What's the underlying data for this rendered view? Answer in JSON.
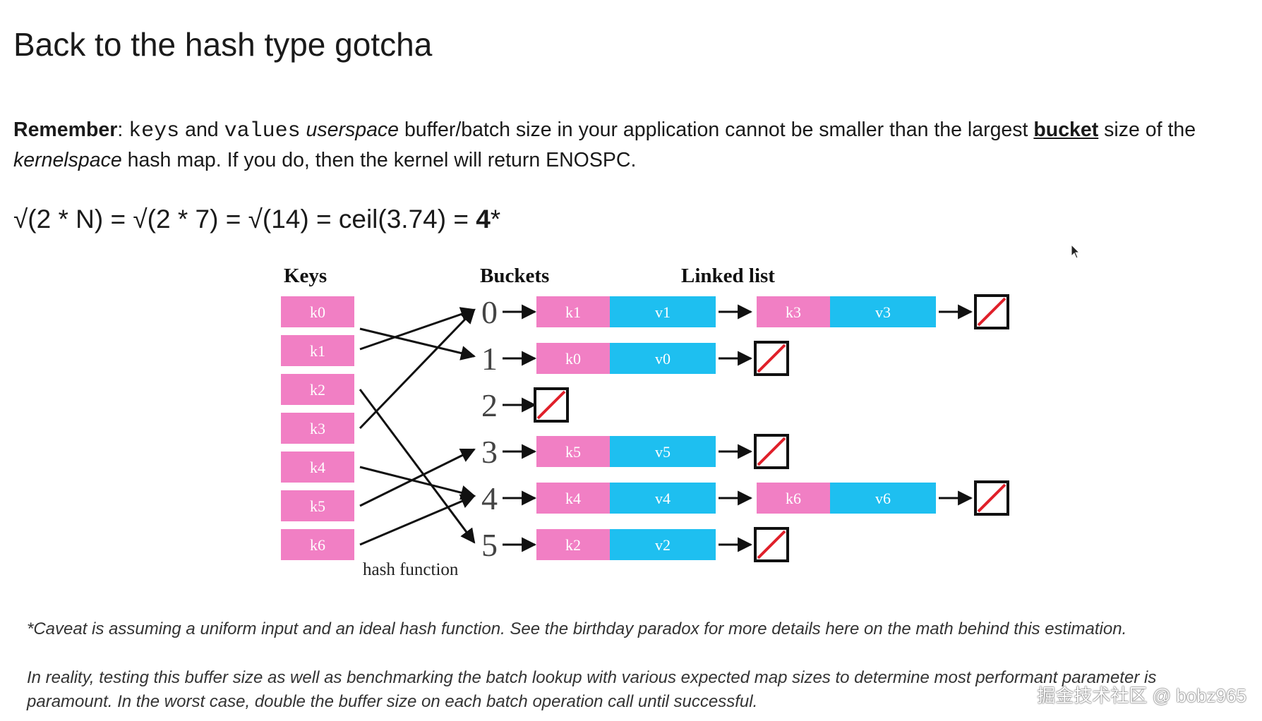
{
  "slide": {
    "title": "Back to the hash type gotcha",
    "remember": {
      "label": "Remember",
      "colon": ": ",
      "keys": "keys",
      "and": " and ",
      "values": "values",
      "userspace": "userspace",
      "mid": " buffer/batch size in your application cannot be smaller than the largest ",
      "bucket": "bucket",
      "size_of_the": " size of the ",
      "kernelspace": "kernelspace",
      "end": " hash map. If you do, then the kernel will return ENOSPC."
    },
    "formula": {
      "expr": "√(2 * N) = √(2 * 7) = √(14) = ceil(3.74) = ",
      "result": "4",
      "star": "*"
    },
    "footnote1": "*Caveat is assuming a uniform input and an ideal hash function. See the birthday paradox for more details here on the math behind this estimation.",
    "footnote2": "In reality, testing this buffer size as well as benchmarking the batch lookup with various expected map sizes to determine most performant parameter is paramount. In the worst case, double the buffer size on each batch operation call until successful.",
    "watermark": "掘金技术社区 @ bobz965"
  },
  "diagram": {
    "headers": {
      "keys": "Keys",
      "buckets": "Buckets",
      "linked_list": "Linked list"
    },
    "hash_function_label": "hash function",
    "keys": [
      "k0",
      "k1",
      "k2",
      "k3",
      "k4",
      "k5",
      "k6"
    ],
    "bucket_indices": [
      "0",
      "1",
      "2",
      "3",
      "4",
      "5"
    ],
    "mappings": [
      {
        "key": "k0",
        "bucket": "1"
      },
      {
        "key": "k1",
        "bucket": "0"
      },
      {
        "key": "k2",
        "bucket": "5"
      },
      {
        "key": "k3",
        "bucket": "0"
      },
      {
        "key": "k4",
        "bucket": "4"
      },
      {
        "key": "k5",
        "bucket": "3"
      },
      {
        "key": "k6",
        "bucket": "4"
      }
    ],
    "chains": [
      [
        {
          "k": "k1",
          "v": "v1"
        },
        {
          "k": "k3",
          "v": "v3"
        }
      ],
      [
        {
          "k": "k0",
          "v": "v0"
        }
      ],
      [],
      [
        {
          "k": "k5",
          "v": "v5"
        }
      ],
      [
        {
          "k": "k4",
          "v": "v4"
        },
        {
          "k": "k6",
          "v": "v6"
        }
      ],
      [
        {
          "k": "k2",
          "v": "v2"
        }
      ]
    ],
    "colors": {
      "key_cell": "#f17fc4",
      "value_cell": "#1ebff0",
      "null_slash": "#e0202a",
      "arrow": "#111111"
    }
  }
}
